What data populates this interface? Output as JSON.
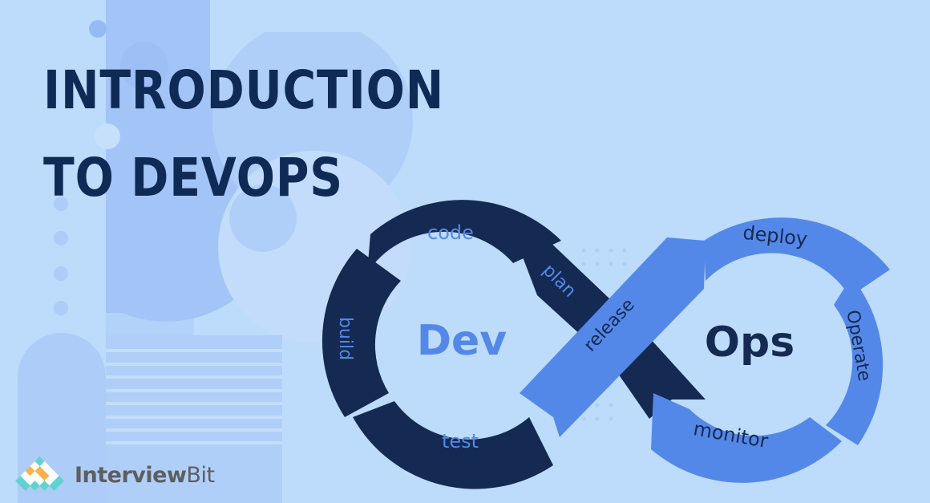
{
  "banner": {
    "title_line1": "INTRODUCTION",
    "title_line2": "TO DEVOPS"
  },
  "infinity_loop": {
    "dev_label": "Dev",
    "ops_label": "Ops",
    "dev_stages": [
      "code",
      "plan",
      "build",
      "test"
    ],
    "ops_stages": [
      "deploy",
      "Operate",
      "monitor"
    ],
    "bridge_stage": "release",
    "labels": {
      "code": "code",
      "plan": "plan",
      "build": "build",
      "test": "test",
      "release": "release",
      "deploy": "deploy",
      "operate": "Operate",
      "monitor": "monitor"
    }
  },
  "brand": {
    "name_bold": "Interview",
    "name_regular": "Bit",
    "logo_icon": "diamond-grid-icon"
  },
  "colors": {
    "background": "#bddbfa",
    "dev_navy": "#152a52",
    "ops_blue": "#5488e8",
    "title_navy": "#0f2a55",
    "dev_text": "#5488e8",
    "ops_text": "#152a52",
    "logo_teal": "#5fd3cf",
    "logo_orange": "#f7b24a"
  }
}
